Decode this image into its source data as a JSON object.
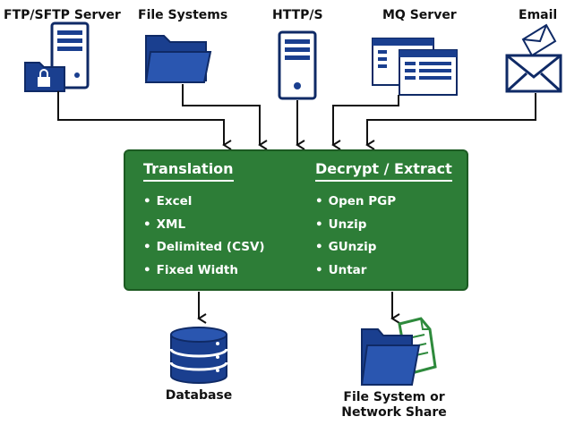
{
  "sources": [
    {
      "label": "FTP/SFTP Server",
      "icon": "ftp-server-lock-folder-icon"
    },
    {
      "label": "File Systems",
      "icon": "folder-icon"
    },
    {
      "label": "HTTP/S",
      "icon": "server-tower-icon"
    },
    {
      "label": "MQ Server",
      "icon": "windows-queue-icon"
    },
    {
      "label": "Email",
      "icon": "envelope-icon"
    }
  ],
  "process": {
    "translation": {
      "title": "Translation",
      "items": [
        "Excel",
        "XML",
        "Delimited (CSV)",
        "Fixed Width"
      ]
    },
    "decrypt": {
      "title": "Decrypt / Extract",
      "items": [
        "Open PGP",
        "Unzip",
        "GUnzip",
        "Untar"
      ]
    }
  },
  "outputs": {
    "database": {
      "label": "Database",
      "icon": "database-icon"
    },
    "file_system": {
      "label_line1": "File System or",
      "label_line2": "Network Share",
      "icon": "folder-document-icon"
    }
  },
  "colors": {
    "icon_blue": "#1a3f8f",
    "icon_dark": "#0f2a66",
    "box_green": "#2d7d37",
    "doc_green": "#2e8a3c"
  }
}
